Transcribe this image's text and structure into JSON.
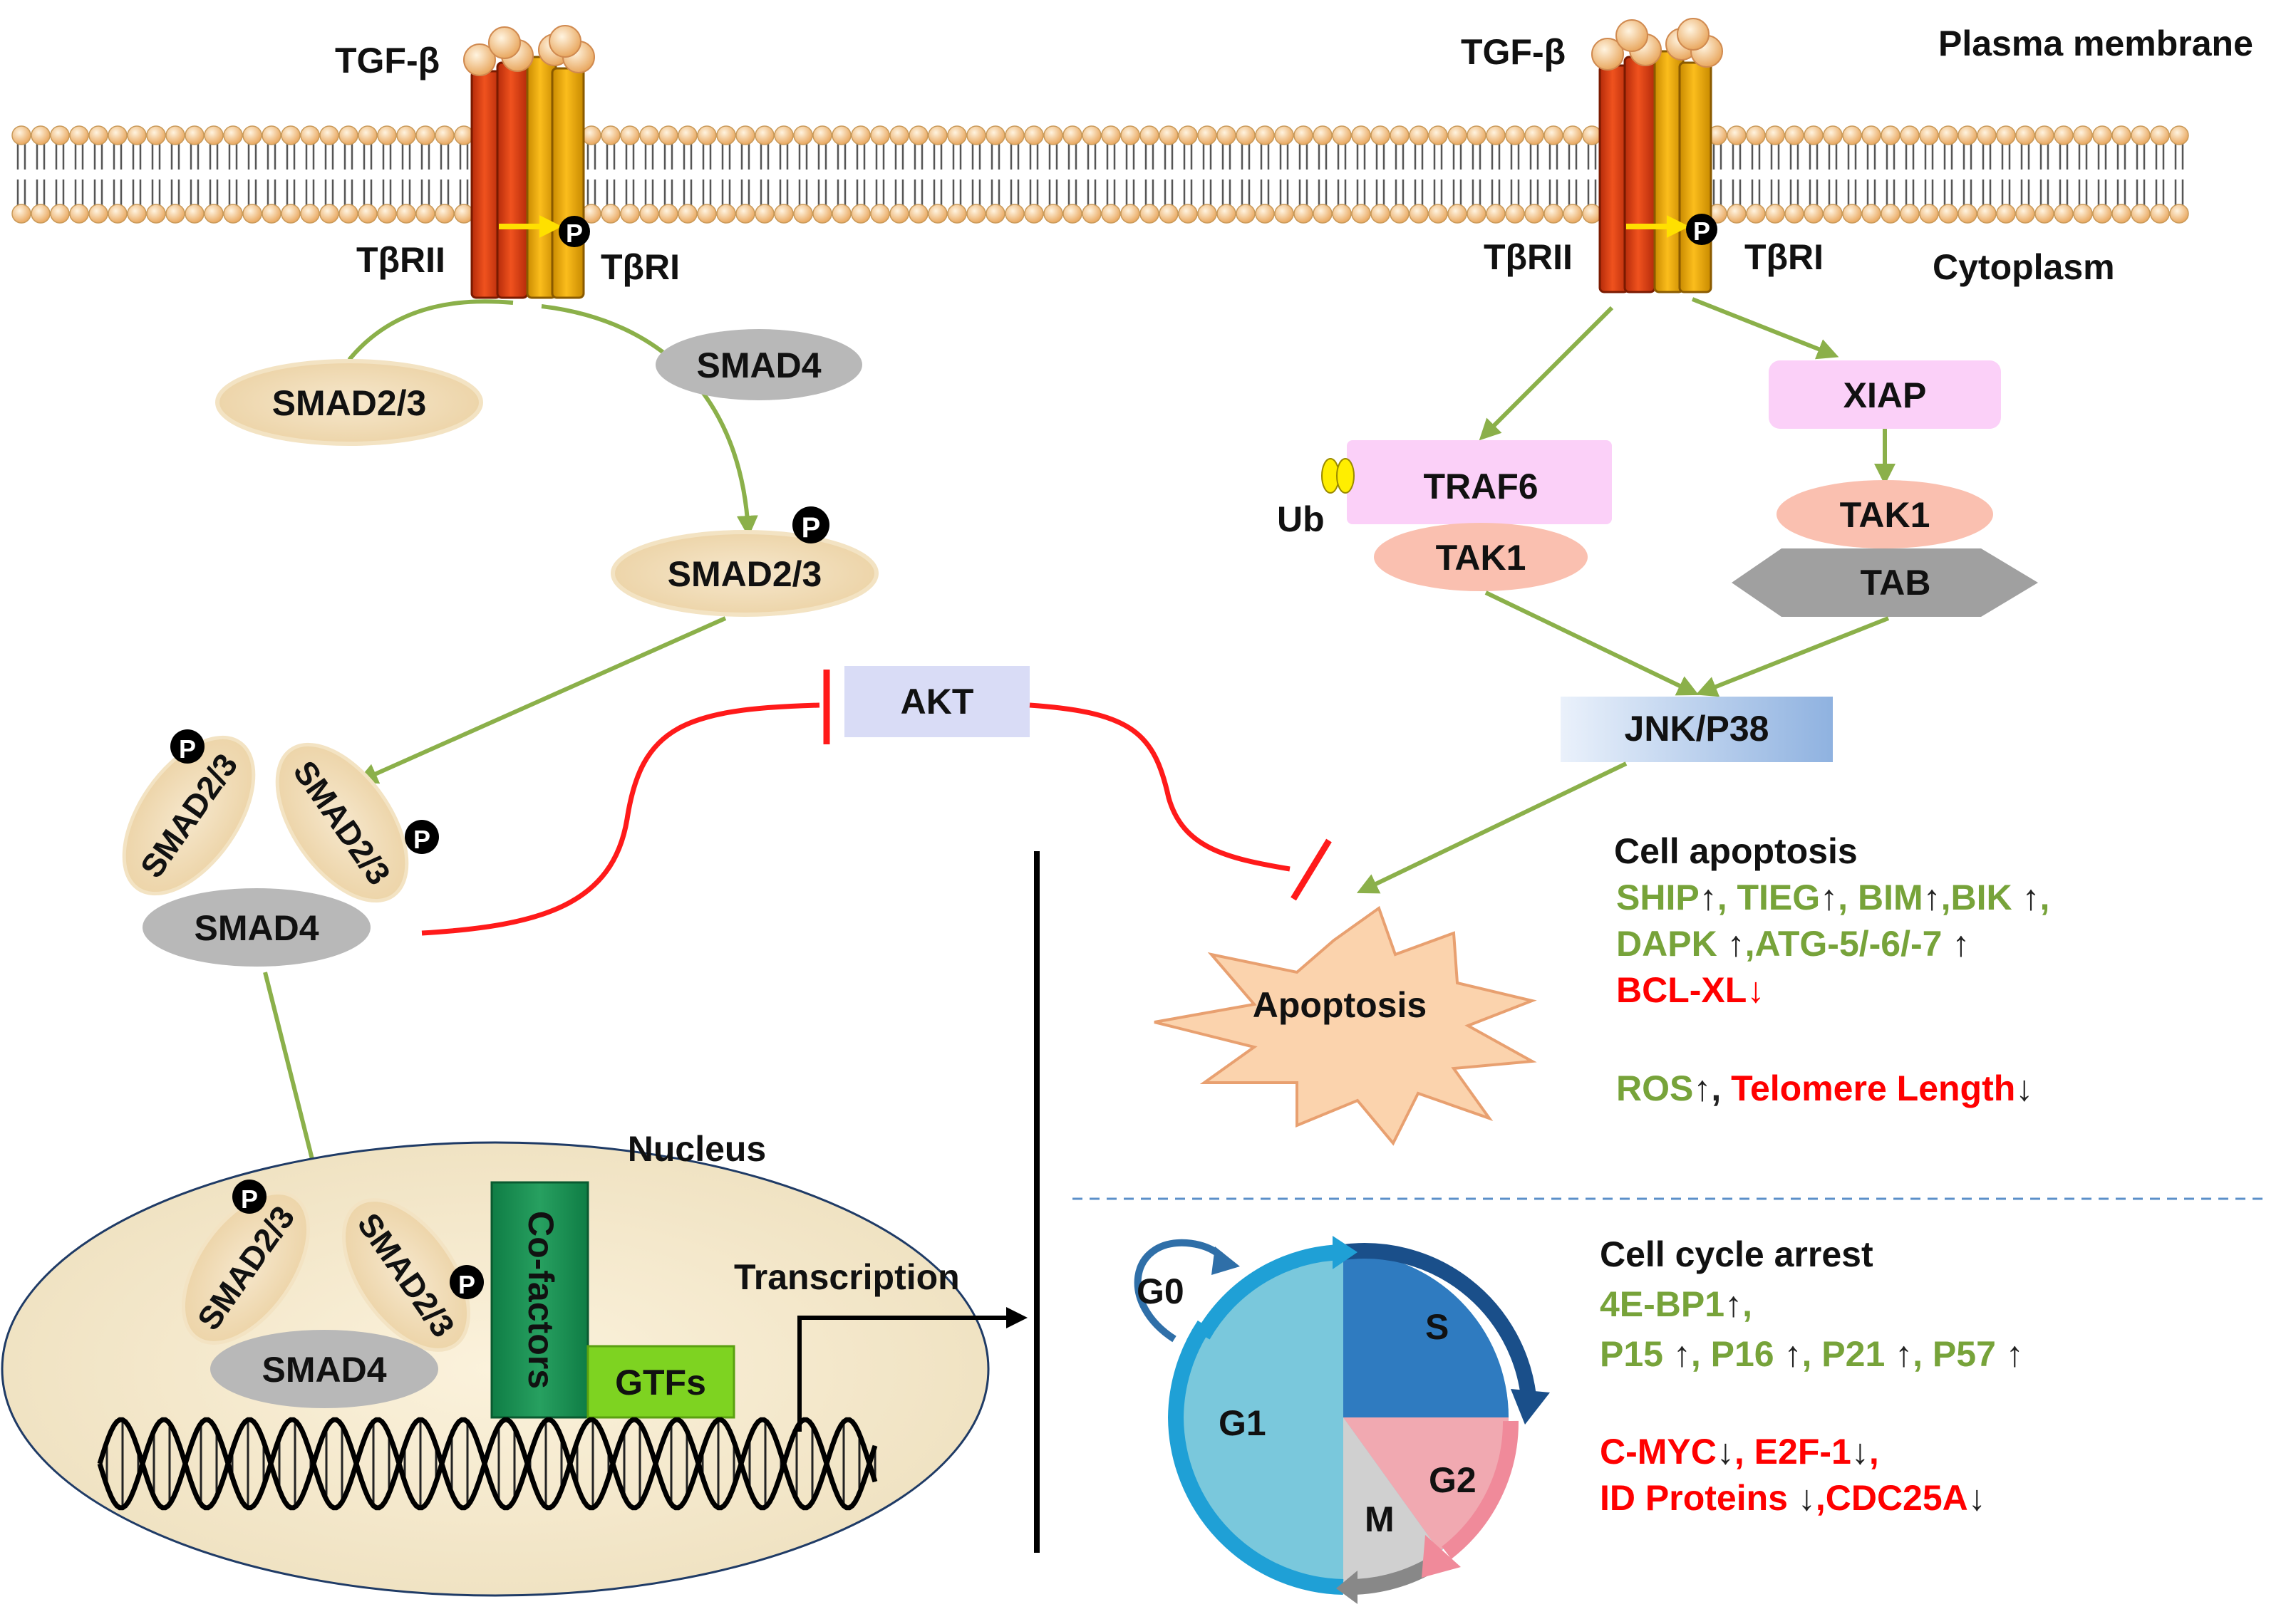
{
  "membrane": {
    "plasma_membrane": "Plasma membrane",
    "cytoplasm": "Cytoplasm"
  },
  "left_receptor": {
    "ligand": "TGF-β",
    "receptor_ii": "TβRII",
    "receptor_i": "TβRI",
    "phospho": "P"
  },
  "right_receptor": {
    "ligand": "TGF-β",
    "receptor_ii": "TβRII",
    "receptor_i": "TβRI",
    "phospho": "P"
  },
  "smad_pathway": {
    "smad23_free": "SMAD2/3",
    "smad4_free": "SMAD4",
    "smad23_phospho": "SMAD2/3",
    "complex_left": "SMAD2/3",
    "complex_right": "SMAD2/3",
    "complex_smad4": "SMAD4",
    "phospho": "P"
  },
  "akt": {
    "label": "AKT"
  },
  "non_smad": {
    "xiap": "XIAP",
    "traf6": "TRAF6",
    "ub": "Ub",
    "tak1_left": "TAK1",
    "tak1_right": "TAK1",
    "tab": "TAB",
    "jnk": "JNK/P38"
  },
  "nucleus": {
    "label": "Nucleus",
    "smad_left": "SMAD2/3",
    "smad_right": "SMAD2/3",
    "smad4": "SMAD4",
    "cofactors": "Co-factors",
    "gtfs": "GTFs",
    "transcription": "Transcription",
    "phospho": "P"
  },
  "apoptosis": {
    "label": "Apoptosis",
    "heading": "Cell apoptosis",
    "line1": [
      {
        "text": "SHIP",
        "color": "green"
      },
      {
        "text": "↑",
        "color": "dark"
      },
      {
        "text": ", TIEG",
        "color": "green"
      },
      {
        "text": "↑",
        "color": "dark"
      },
      {
        "text": ", BIM",
        "color": "green"
      },
      {
        "text": "↑",
        "color": "dark"
      },
      {
        "text": ",BIK ",
        "color": "green"
      },
      {
        "text": "↑",
        "color": "dark"
      },
      {
        "text": ",",
        "color": "green"
      }
    ],
    "line2": [
      {
        "text": "DAPK ",
        "color": "green"
      },
      {
        "text": "↑",
        "color": "dark"
      },
      {
        "text": ",ATG-5/-6/-7 ",
        "color": "green"
      },
      {
        "text": "↑",
        "color": "dark"
      }
    ],
    "line3": [
      {
        "text": "BCL-XL",
        "color": "red"
      },
      {
        "text": "↓",
        "color": "red"
      }
    ],
    "line4": [
      {
        "text": "ROS",
        "color": "green"
      },
      {
        "text": "↑",
        "color": "dark"
      },
      {
        "text": ", ",
        "color": "dark"
      },
      {
        "text": "Telomere Length",
        "color": "red"
      },
      {
        "text": "↓",
        "color": "dark"
      }
    ]
  },
  "cell_cycle": {
    "heading": "Cell cycle arrest",
    "g0": "G0",
    "g1": "G1",
    "s": "S",
    "g2": "G2",
    "m": "M",
    "line1": [
      {
        "text": "4E-BP1",
        "color": "green"
      },
      {
        "text": "↑",
        "color": "dark"
      },
      {
        "text": ",",
        "color": "green"
      }
    ],
    "line2": [
      {
        "text": "P15 ",
        "color": "green"
      },
      {
        "text": "↑",
        "color": "dark"
      },
      {
        "text": ", P16 ",
        "color": "green"
      },
      {
        "text": "↑",
        "color": "dark"
      },
      {
        "text": ", P21 ",
        "color": "green"
      },
      {
        "text": "↑",
        "color": "dark"
      },
      {
        "text": ", P57 ",
        "color": "green"
      },
      {
        "text": "↑",
        "color": "dark"
      }
    ],
    "line3": [
      {
        "text": "C-MYC",
        "color": "red"
      },
      {
        "text": "↓",
        "color": "dark"
      },
      {
        "text": ", E2F-1",
        "color": "red"
      },
      {
        "text": "↓",
        "color": "dark"
      },
      {
        "text": ",",
        "color": "red"
      }
    ],
    "line4": [
      {
        "text": "ID Proteins ",
        "color": "red"
      },
      {
        "text": "↓",
        "color": "dark"
      },
      {
        "text": ",CDC25A",
        "color": "red"
      },
      {
        "text": "↓",
        "color": "dark"
      }
    ]
  },
  "colors": {
    "receptor_red": "#e8401c",
    "receptor_orange": "#f2a900",
    "arrow_green": "#8bb04a",
    "inhibit_red": "#ff1a1a",
    "text_green": "#77a33a",
    "text_red": "#ff0000"
  }
}
